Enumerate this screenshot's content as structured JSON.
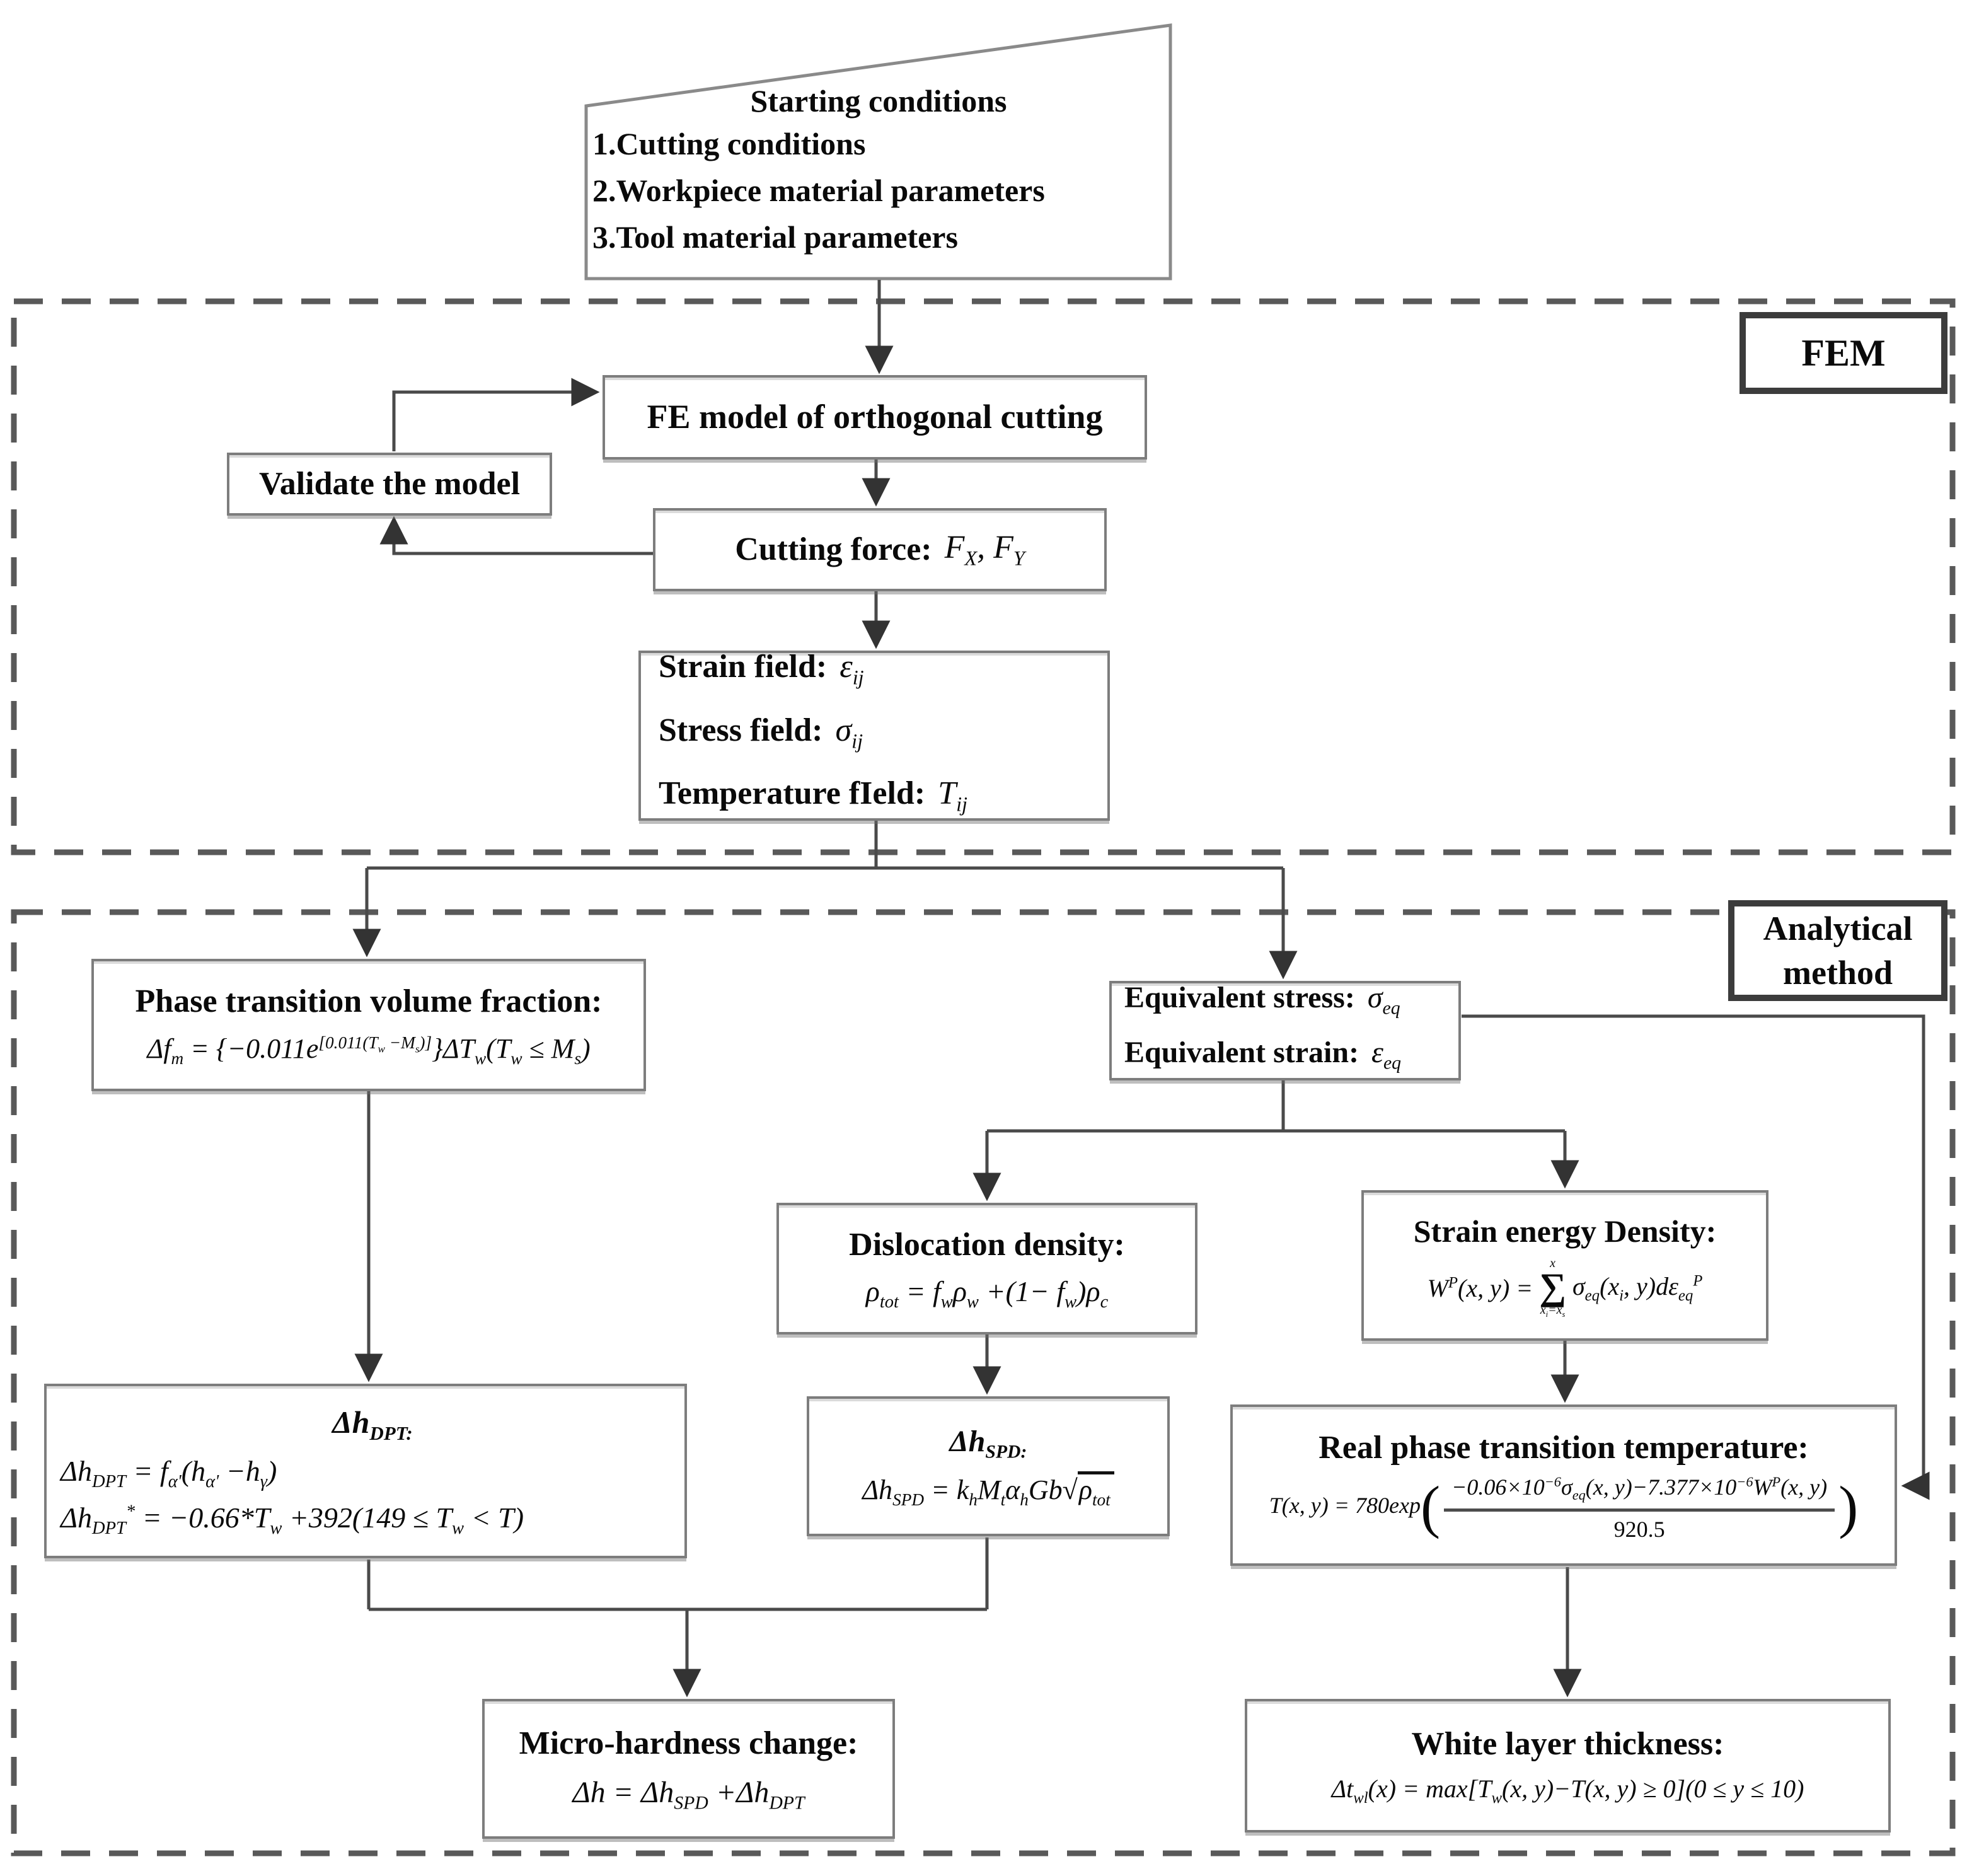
{
  "colors": {
    "background": "#ffffff",
    "text": "#0a0a0a",
    "box_border": "#7d7d7d",
    "frame_border": "#3c3c3c",
    "dashed_border": "#595959",
    "connector": "#4a4a4a"
  },
  "frames": {
    "fem": {
      "label": "FEM"
    },
    "analytical": {
      "label_line1": "Analytical",
      "label_line2": "method"
    }
  },
  "nodes": {
    "start": {
      "title": "Starting conditions",
      "items": [
        "1.Cutting conditions",
        "2.Workpiece material parameters",
        "3.Tool material parameters"
      ]
    },
    "fe_model": {
      "label": "FE model of orthogonal cutting"
    },
    "validate": {
      "label": "Validate the model"
    },
    "cutting_force": {
      "label": "Cutting force:",
      "symbol": "F_{X}, F_{Y}"
    },
    "field_outputs": {
      "rows": [
        {
          "label": "Strain field:",
          "symbol": "ε_{ij}"
        },
        {
          "label": "Stress field:",
          "symbol": "σ_{ij}"
        },
        {
          "label": "Temperature fIeld:",
          "symbol": "T_{ij}"
        }
      ]
    },
    "phase_fraction": {
      "title": "Phase transition volume fraction:",
      "formula": "Δf_{m} = {−0.011e^{[0.011(T_{w} −M_{s})]}}ΔT_{w}(T_{w} ≤ M_{s})"
    },
    "equivalent": {
      "rows": [
        {
          "label": "Equivalent stress:",
          "symbol": "σ_{eq}"
        },
        {
          "label": "Equivalent strain:",
          "symbol": "ε_{eq}"
        }
      ]
    },
    "dislocation": {
      "title": "Dislocation density:",
      "formula": "ρ_{tot} = f_{w}ρ_{w} +(1− f_{w})ρ_{c}"
    },
    "strain_energy": {
      "title": "Strain energy Density:",
      "lhs": "W^{P}(x, y) = ",
      "sum_top": "x",
      "sum_symbol": "∑",
      "sum_bottom": "x_{i}=x_{s}",
      "rhs": "σ_{eq}(x_{i}, y)dε_{eq}^{P}"
    },
    "dh_dpt": {
      "title_math": "Δh_{DPT:}",
      "line1": "Δh_{DPT} = f_{α'}(h_{α'} −h_{γ})",
      "line2": "Δh_{DPT}^{*} = −0.66*T_{w} +392(149 ≤ T_{w} < T)"
    },
    "dh_spd": {
      "title_math": "Δh_{SPD:}",
      "formula": "Δh_{SPD} = k_{h}M_{t}α_{h}Gb\\sqrt{ρ_{tot}}"
    },
    "real_temp": {
      "title": "Real phase transition temperature:",
      "formula": "T(x, y) = 780exp\\Big(\\frac{−0.06×10^{−6}σ_{eq}(x, y)−7.377×10^{−6}W^{P}(x, y)}{920.5}\\Big)"
    },
    "micro_hardness": {
      "title": "Micro-hardness change:",
      "formula": "Δh = Δh_{SPD} +Δh_{DPT}"
    },
    "white_layer": {
      "title": "White layer thickness:",
      "formula": "Δt_{wl}(x) = max[T_{w}(x, y)−T(x, y) ≥ 0](0 ≤ y ≤ 10)"
    }
  }
}
